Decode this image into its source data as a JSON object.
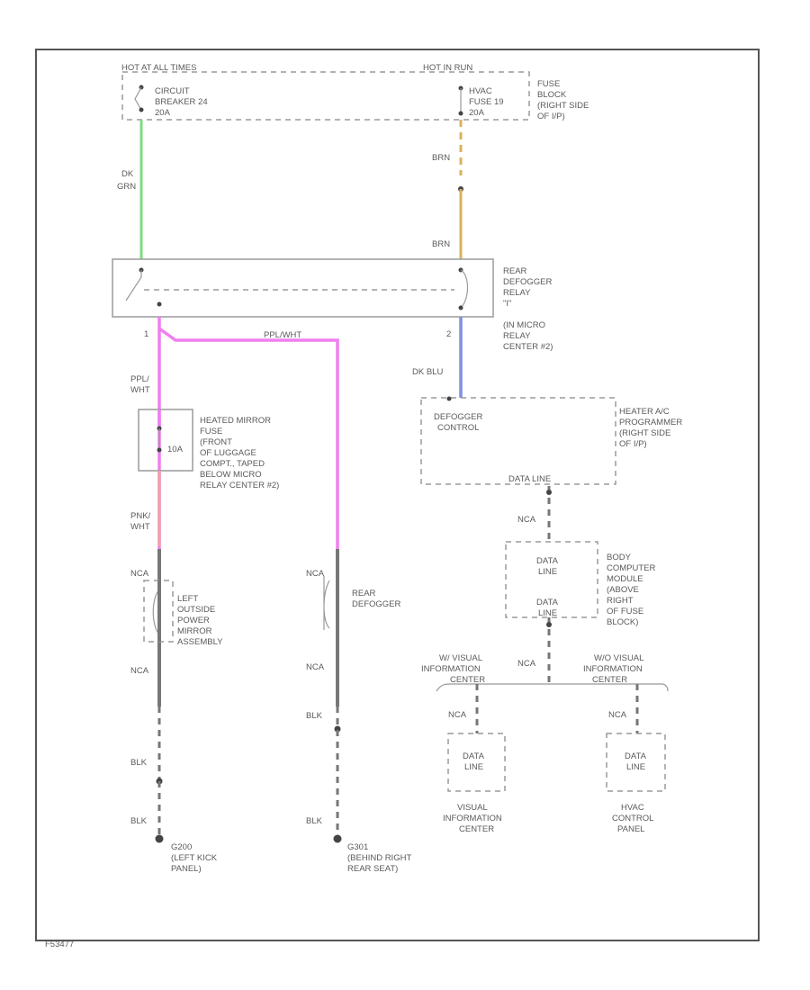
{
  "colors": {
    "grn": "#7ddc7d",
    "brn": "#d9b25f",
    "dk_blu": "#7f8fe0",
    "ppl_wht": "#ef7fef",
    "pnk_wht": "#f0a0a8",
    "gray": "#777777"
  },
  "top": {
    "hot_at_all_times": "HOT AT ALL TIMES",
    "hot_in_run": "HOT IN RUN",
    "breaker": [
      "CIRCUIT",
      "BREAKER 24",
      "20A"
    ],
    "hvac_fuse": [
      "HVAC",
      "FUSE 19",
      "20A"
    ],
    "fuse_block": [
      "FUSE",
      "BLOCK",
      "(RIGHT SIDE",
      "OF I/P)"
    ]
  },
  "wires": {
    "dk_grn": [
      "DK",
      "GRN"
    ],
    "brn1": "BRN",
    "brn2": "BRN",
    "ppl_wht_h": "PPL/WHT",
    "ppl_wht_v": [
      "PPL/",
      "WHT"
    ],
    "pnk_wht": [
      "PNK/",
      "WHT"
    ],
    "dk_blu": "DK BLU",
    "nca": "NCA",
    "blk": "BLK"
  },
  "relay": {
    "pin1": "1",
    "pin2": "2",
    "label": [
      "REAR",
      "DEFOGGER",
      "RELAY",
      "\"I\"",
      "(IN MICRO",
      "RELAY",
      "CENTER #2)"
    ]
  },
  "mirror_fuse": {
    "amp": "10A",
    "label": [
      "HEATED MIRROR",
      "FUSE",
      "(FRONT",
      "OF LUGGAGE",
      "COMPT., TAPED",
      "BELOW MICRO",
      "RELAY CENTER #2)"
    ]
  },
  "defogger_control": {
    "title": "DEFOGGER",
    "title2": "CONTROL",
    "data_line": "DATA LINE",
    "label": [
      "HEATER A/C",
      "PROGRAMMER",
      "(RIGHT SIDE",
      "OF I/P)"
    ]
  },
  "body_computer": {
    "data_line": [
      "DATA",
      "LINE"
    ],
    "label": [
      "BODY",
      "COMPUTER",
      "MODULE",
      "(ABOVE",
      "RIGHT",
      "OF FUSE",
      "BLOCK)"
    ]
  },
  "mirror": [
    "LEFT",
    "OUTSIDE",
    "POWER",
    "MIRROR",
    "ASSEMBLY"
  ],
  "rear_defogger": [
    "REAR",
    "DEFOGGER"
  ],
  "visual_info": {
    "with": [
      "W/ VISUAL",
      "INFORMATION",
      "CENTER"
    ],
    "without": [
      "W/O VISUAL",
      "INFORMATION",
      "CENTER"
    ],
    "data_line": [
      "DATA",
      "LINE"
    ],
    "vic_label": [
      "VISUAL",
      "INFORMATION",
      "CENTER"
    ],
    "hvac_label": [
      "HVAC",
      "CONTROL",
      "PANEL"
    ]
  },
  "grounds": {
    "g200": [
      "G200",
      "(LEFT KICK",
      "PANEL)"
    ],
    "g301": [
      "G301",
      "(BEHIND RIGHT",
      "REAR SEAT)"
    ]
  },
  "corner_id": "F53477"
}
